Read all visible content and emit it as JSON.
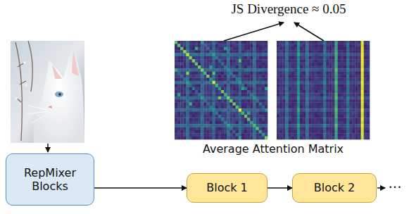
{
  "diagram": {
    "nodes": [
      {
        "text": [
          "RepMixer Blocks"
        ]
      },
      {
        "text": [
          "Block 1"
        ]
      },
      {
        "text": [
          "Block 2"
        ]
      }
    ],
    "edges": [
      {
        "from": 0,
        "to": 1,
        "arrow": "to"
      },
      {
        "from": 1,
        "to": 2,
        "arrow": "to"
      }
    ],
    "labels": [
      "JS Divergence ≈ 0.05",
      "Average Attention Matrix",
      "···"
    ]
  }
}
